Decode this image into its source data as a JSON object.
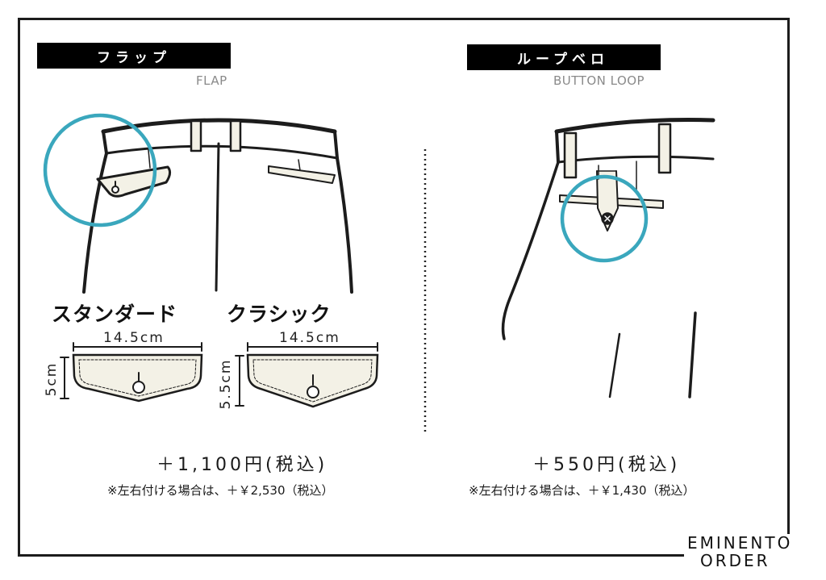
{
  "left": {
    "tag_ja": "フラップ",
    "tag_en": "FLAP",
    "variant_standard": {
      "title": "スタンダード",
      "width": "14.5cm",
      "height": "5cm"
    },
    "variant_classic": {
      "title": "クラシック",
      "width": "14.5cm",
      "height": "5.5cm"
    },
    "price": "＋1,100円(税込)",
    "note": "※左右付ける場合は、＋￥2,530（税込）"
  },
  "right": {
    "tag_ja": "ループベロ",
    "tag_en": "BUTTON LOOP",
    "price": "＋550円(税込)",
    "note": "※左右付ける場合は、＋￥1,430（税込）"
  },
  "logo": {
    "line1": "EMINENTO",
    "line2": "ORDER"
  },
  "colors": {
    "highlight_circle": "#3aa7bd",
    "tag_background": "#000000",
    "fabric": "#f3f1e6"
  }
}
